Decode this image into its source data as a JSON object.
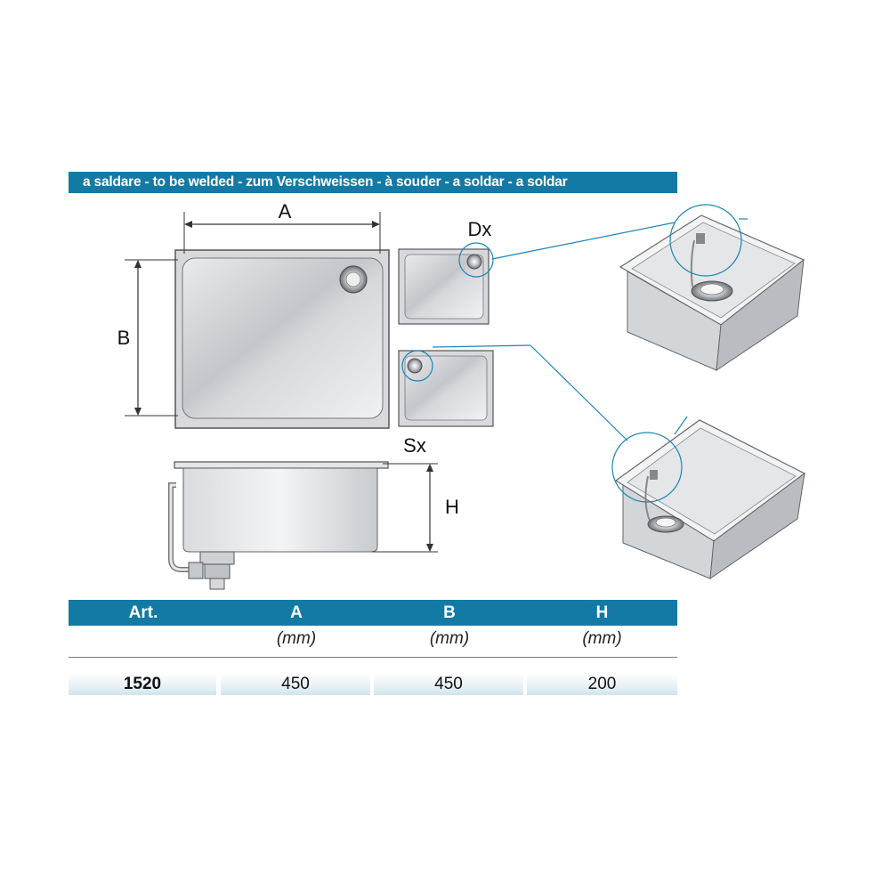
{
  "banner": "a saldare - to be welded - zum Verschweissen - à souder - a soldar - a soldar",
  "diagram": {
    "label_a": "A",
    "label_b": "B",
    "label_h": "H",
    "label_dx": "Dx",
    "label_sx": "Sx"
  },
  "table": {
    "headers": [
      "Art.",
      "A",
      "B",
      "H"
    ],
    "units": [
      "",
      "(mm)",
      "(mm)",
      "(mm)"
    ],
    "rows": [
      [
        "1520",
        "450",
        "450",
        "200"
      ]
    ]
  },
  "colors": {
    "accent": "#137aa6",
    "steel": "#c9ccd0",
    "row_tint": "#d9e9f2"
  }
}
